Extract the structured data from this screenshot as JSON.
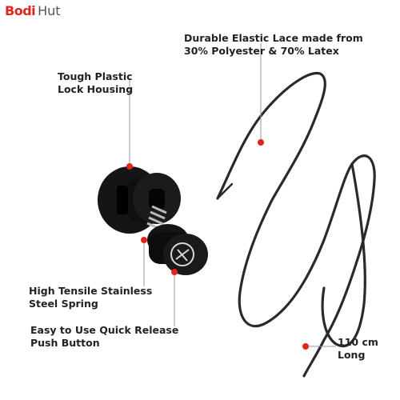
{
  "brand": {
    "logo_prefix": "Bodi",
    "logo_suffix": "Hut"
  },
  "callouts": {
    "elastic_lace": {
      "line1": "Durable Elastic Lace made from",
      "line2": "30% Polyester & 70% Latex"
    },
    "lock_housing": {
      "line1": "Tough Plastic",
      "line2": "Lock Housing"
    },
    "spring": {
      "line1": "High Tensile Stainless",
      "line2": "Steel Spring"
    },
    "push_button": {
      "line1": "Easy to Use Quick Release",
      "line2": "Push Button"
    },
    "length": {
      "line1": "110 cm",
      "line2": "Long"
    }
  },
  "colors": {
    "brand_red": "#e0251b",
    "callout_dot": "#e0251b",
    "leader_line": "#999999",
    "lace": "#2a2a2a",
    "lock_body": "#111111",
    "spring_metal": "#b8b8b8"
  }
}
